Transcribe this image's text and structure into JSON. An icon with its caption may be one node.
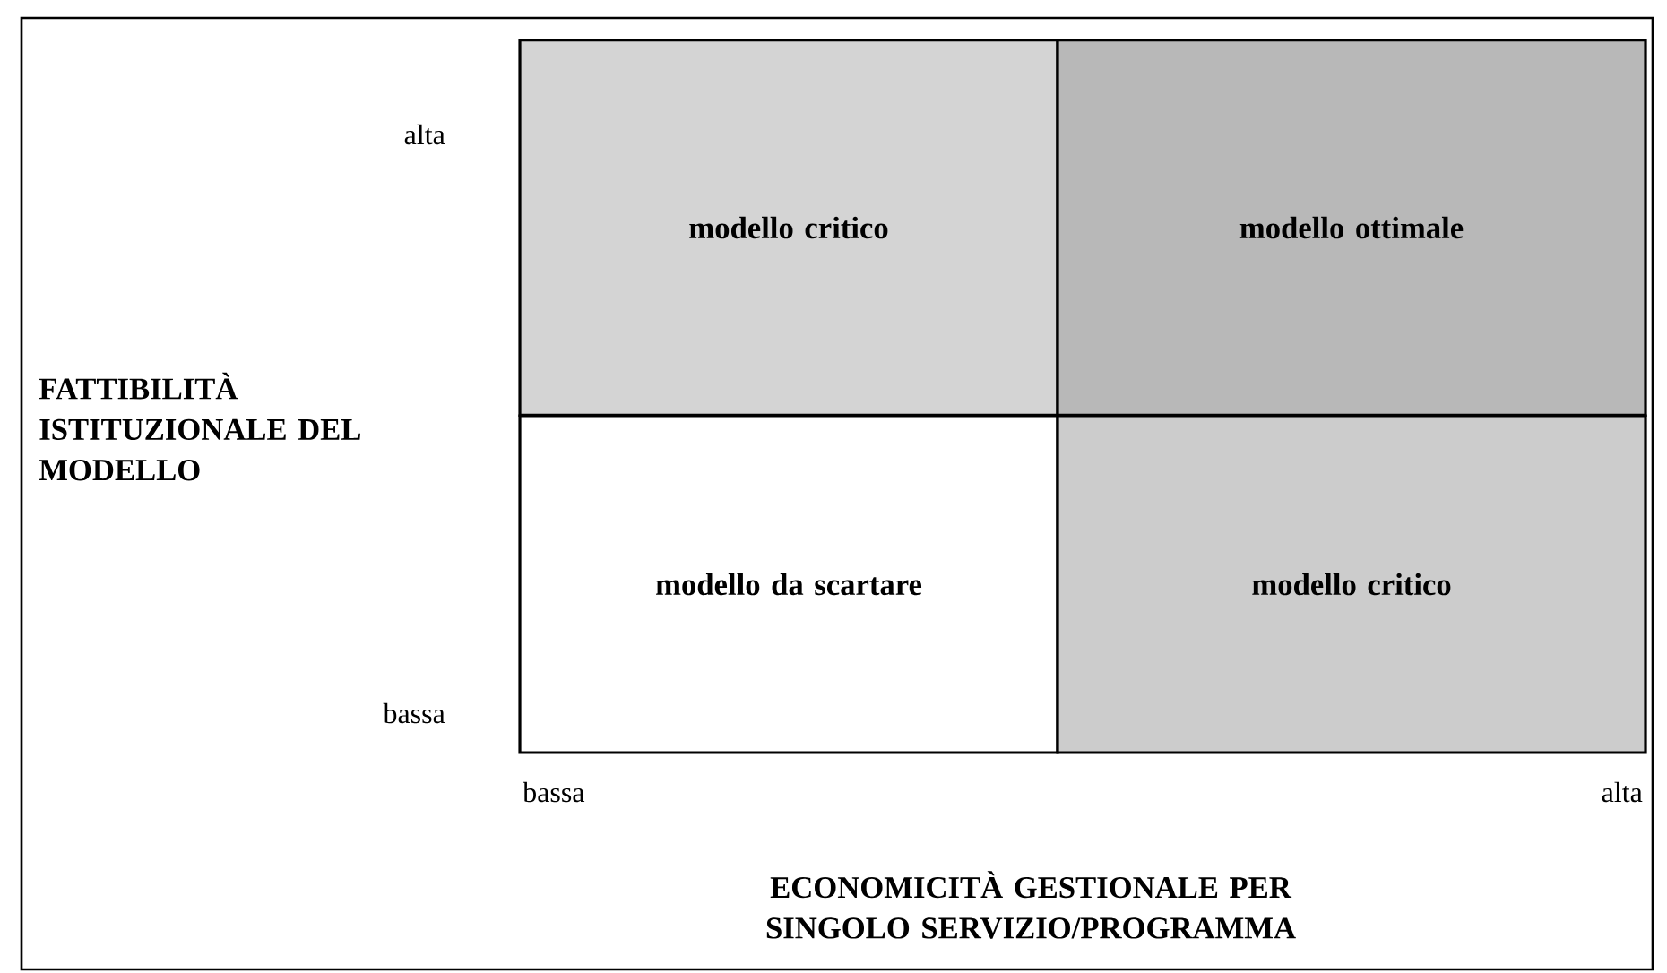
{
  "diagram": {
    "nodes": [
      {
        "text": [
          "modello critico"
        ]
      },
      {
        "text": [
          "modello ottimale"
        ]
      },
      {
        "text": [
          "modello da scartare"
        ]
      },
      {
        "text": [
          "modello critico"
        ]
      }
    ],
    "labels": [
      "alta",
      "FATTIBILITÀ ISTITUZIONALE DEL MODELLO",
      "bassa",
      "bassa",
      "alta",
      "ECONOMICITÀ GESTIONALE PER SINGOLO SERVIZIO/PROGRAMMA"
    ]
  }
}
